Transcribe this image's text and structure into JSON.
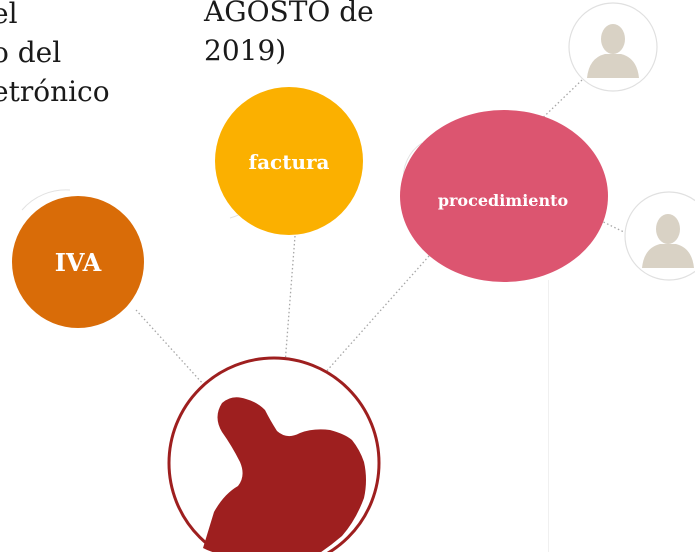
{
  "text_blocks": {
    "left": "el\no del\netrónico",
    "top": "AGOSTO de\n2019)"
  },
  "nodes": {
    "iva": {
      "label": "IVA",
      "color": "#d96c08"
    },
    "factura": {
      "label": "factura",
      "color": "#fbb000"
    },
    "procedimiento": {
      "label": "procedimiento",
      "color": "#dc5570"
    },
    "center": {
      "color": "#9e1f1f",
      "icon": "person-silhouette-icon"
    },
    "avatars": [
      {
        "icon": "user-avatar-icon",
        "color": "#d9d2c5"
      },
      {
        "icon": "user-avatar-icon",
        "color": "#d9d2c5"
      }
    ]
  }
}
